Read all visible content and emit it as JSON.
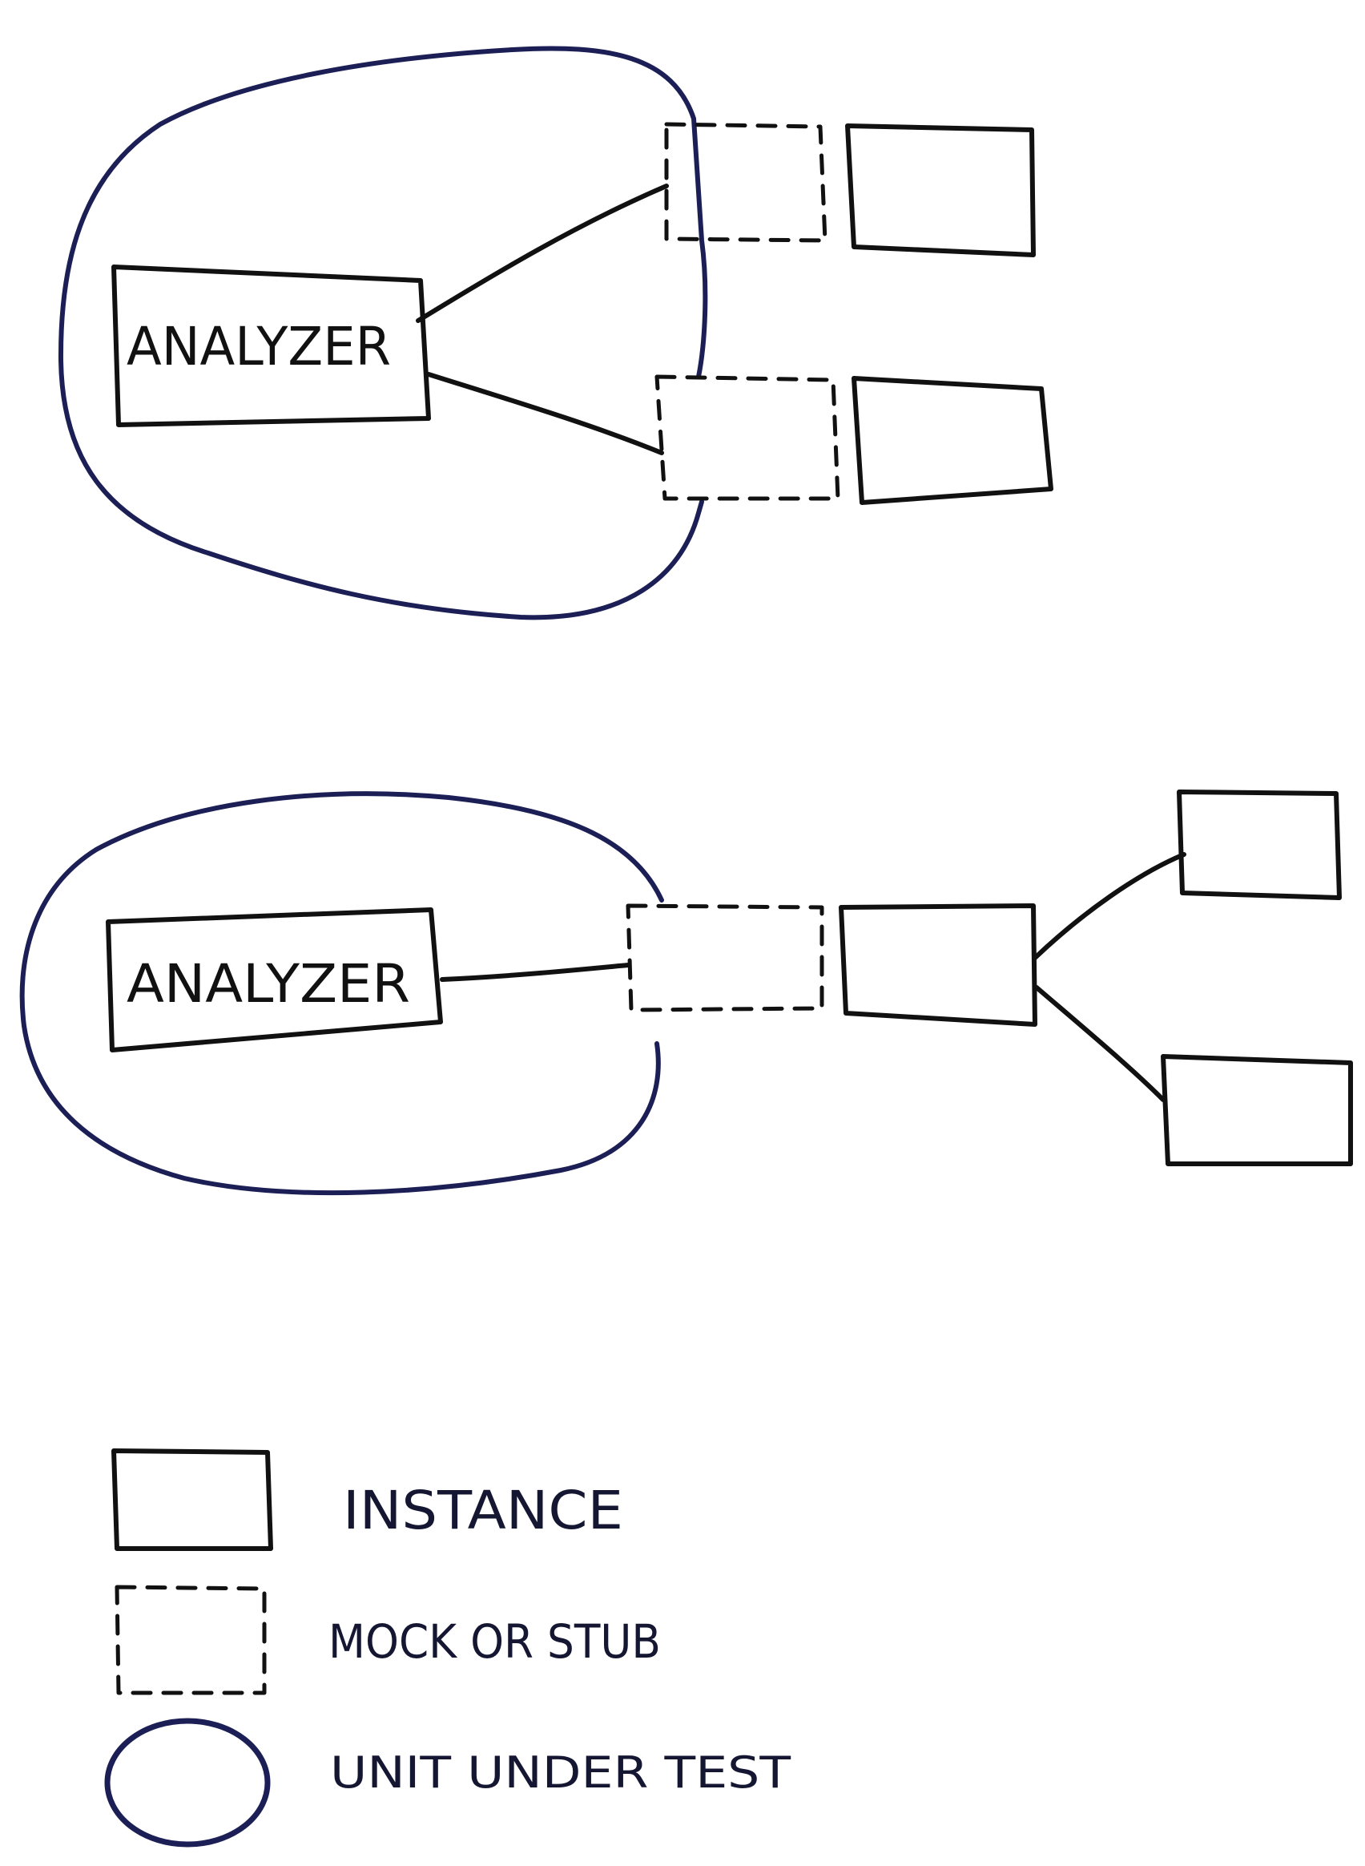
{
  "diagram": {
    "top": {
      "component_label": "ANALYZER"
    },
    "bottom": {
      "component_label": "ANALYZER"
    },
    "legend": {
      "instance": "INSTANCE",
      "mock_or_stub": "MOCK OR STUB",
      "unit_under_test": "UNIT UNDER TEST"
    }
  },
  "colors": {
    "ink": "#111111",
    "unit_outline": "#1c1f55",
    "background": "#ffffff"
  }
}
